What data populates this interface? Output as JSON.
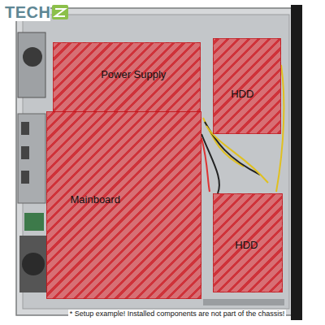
{
  "diagram": {
    "caption": "* Setup example! Installed components are not part of the chassis!",
    "nodes": [
      {
        "text": [
          "Power Supply"
        ]
      },
      {
        "text": [
          "Mainboard"
        ]
      },
      {
        "text": [
          "HDD"
        ]
      },
      {
        "text": [
          "HDD"
        ]
      }
    ],
    "labels": [
      "TECH"
    ]
  }
}
